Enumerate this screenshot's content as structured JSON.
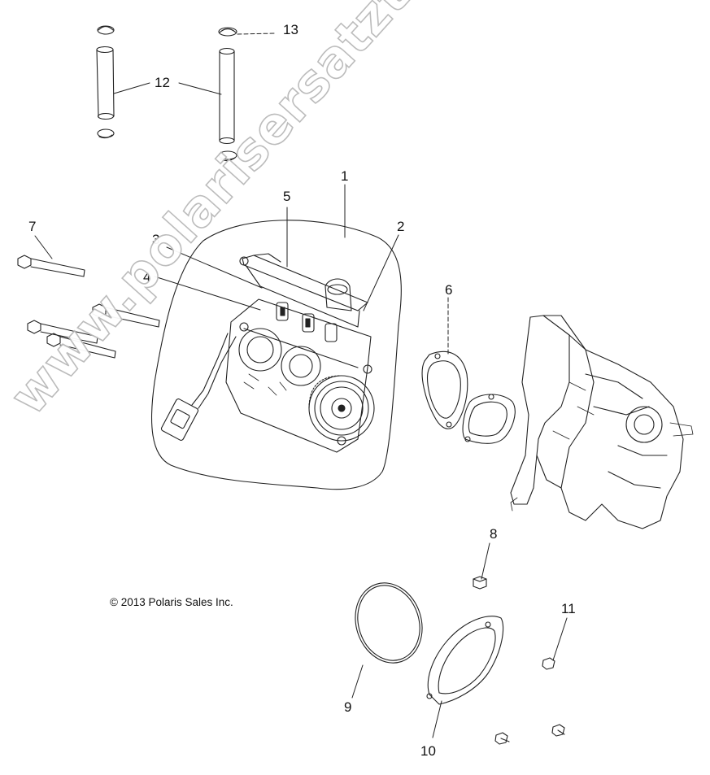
{
  "diagram": {
    "copyright": "© 2013 Polaris Sales Inc.",
    "watermark": "www.polarisersatzteile.de",
    "callouts": {
      "c1": "1",
      "c2": "2",
      "c3": "3",
      "c4": "4",
      "c5": "5",
      "c6": "6",
      "c7": "7",
      "c8": "8",
      "c9": "9",
      "c10": "10",
      "c11": "11",
      "c12": "12",
      "c13": "13"
    }
  }
}
